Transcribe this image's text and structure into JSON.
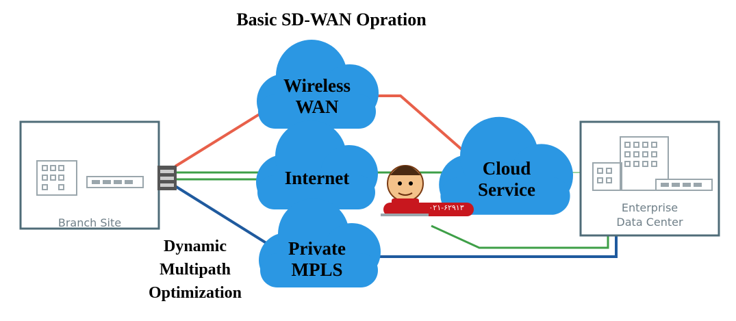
{
  "title": "Basic SD-WAN Opration",
  "clouds": {
    "wireless": {
      "line1": "Wireless",
      "line2": "WAN"
    },
    "internet": {
      "line1": "Internet"
    },
    "mpls": {
      "line1": "Private",
      "line2": "MPLS"
    },
    "cloud_service": {
      "line1": "Cloud",
      "line2": "Service"
    }
  },
  "sites": {
    "branch": {
      "label": "Branch Site"
    },
    "enterprise": {
      "line1": "Enterprise",
      "line2": "Data Center"
    }
  },
  "caption": {
    "line1": "Dynamic",
    "line2": "Multipath",
    "line3": "Optimization"
  },
  "watermark": {
    "phone": "۰۲۱-۶۲۹۱۳"
  },
  "colors": {
    "cloud_fill": "#2b97e3",
    "wireless_link": "#e8604a",
    "internet_link": "#3e9f47",
    "mpls_link": "#1f5a9e",
    "site_border": "#4f6c78",
    "icon_gray": "#9aa6ac",
    "watermark_red": "#c8171e"
  }
}
